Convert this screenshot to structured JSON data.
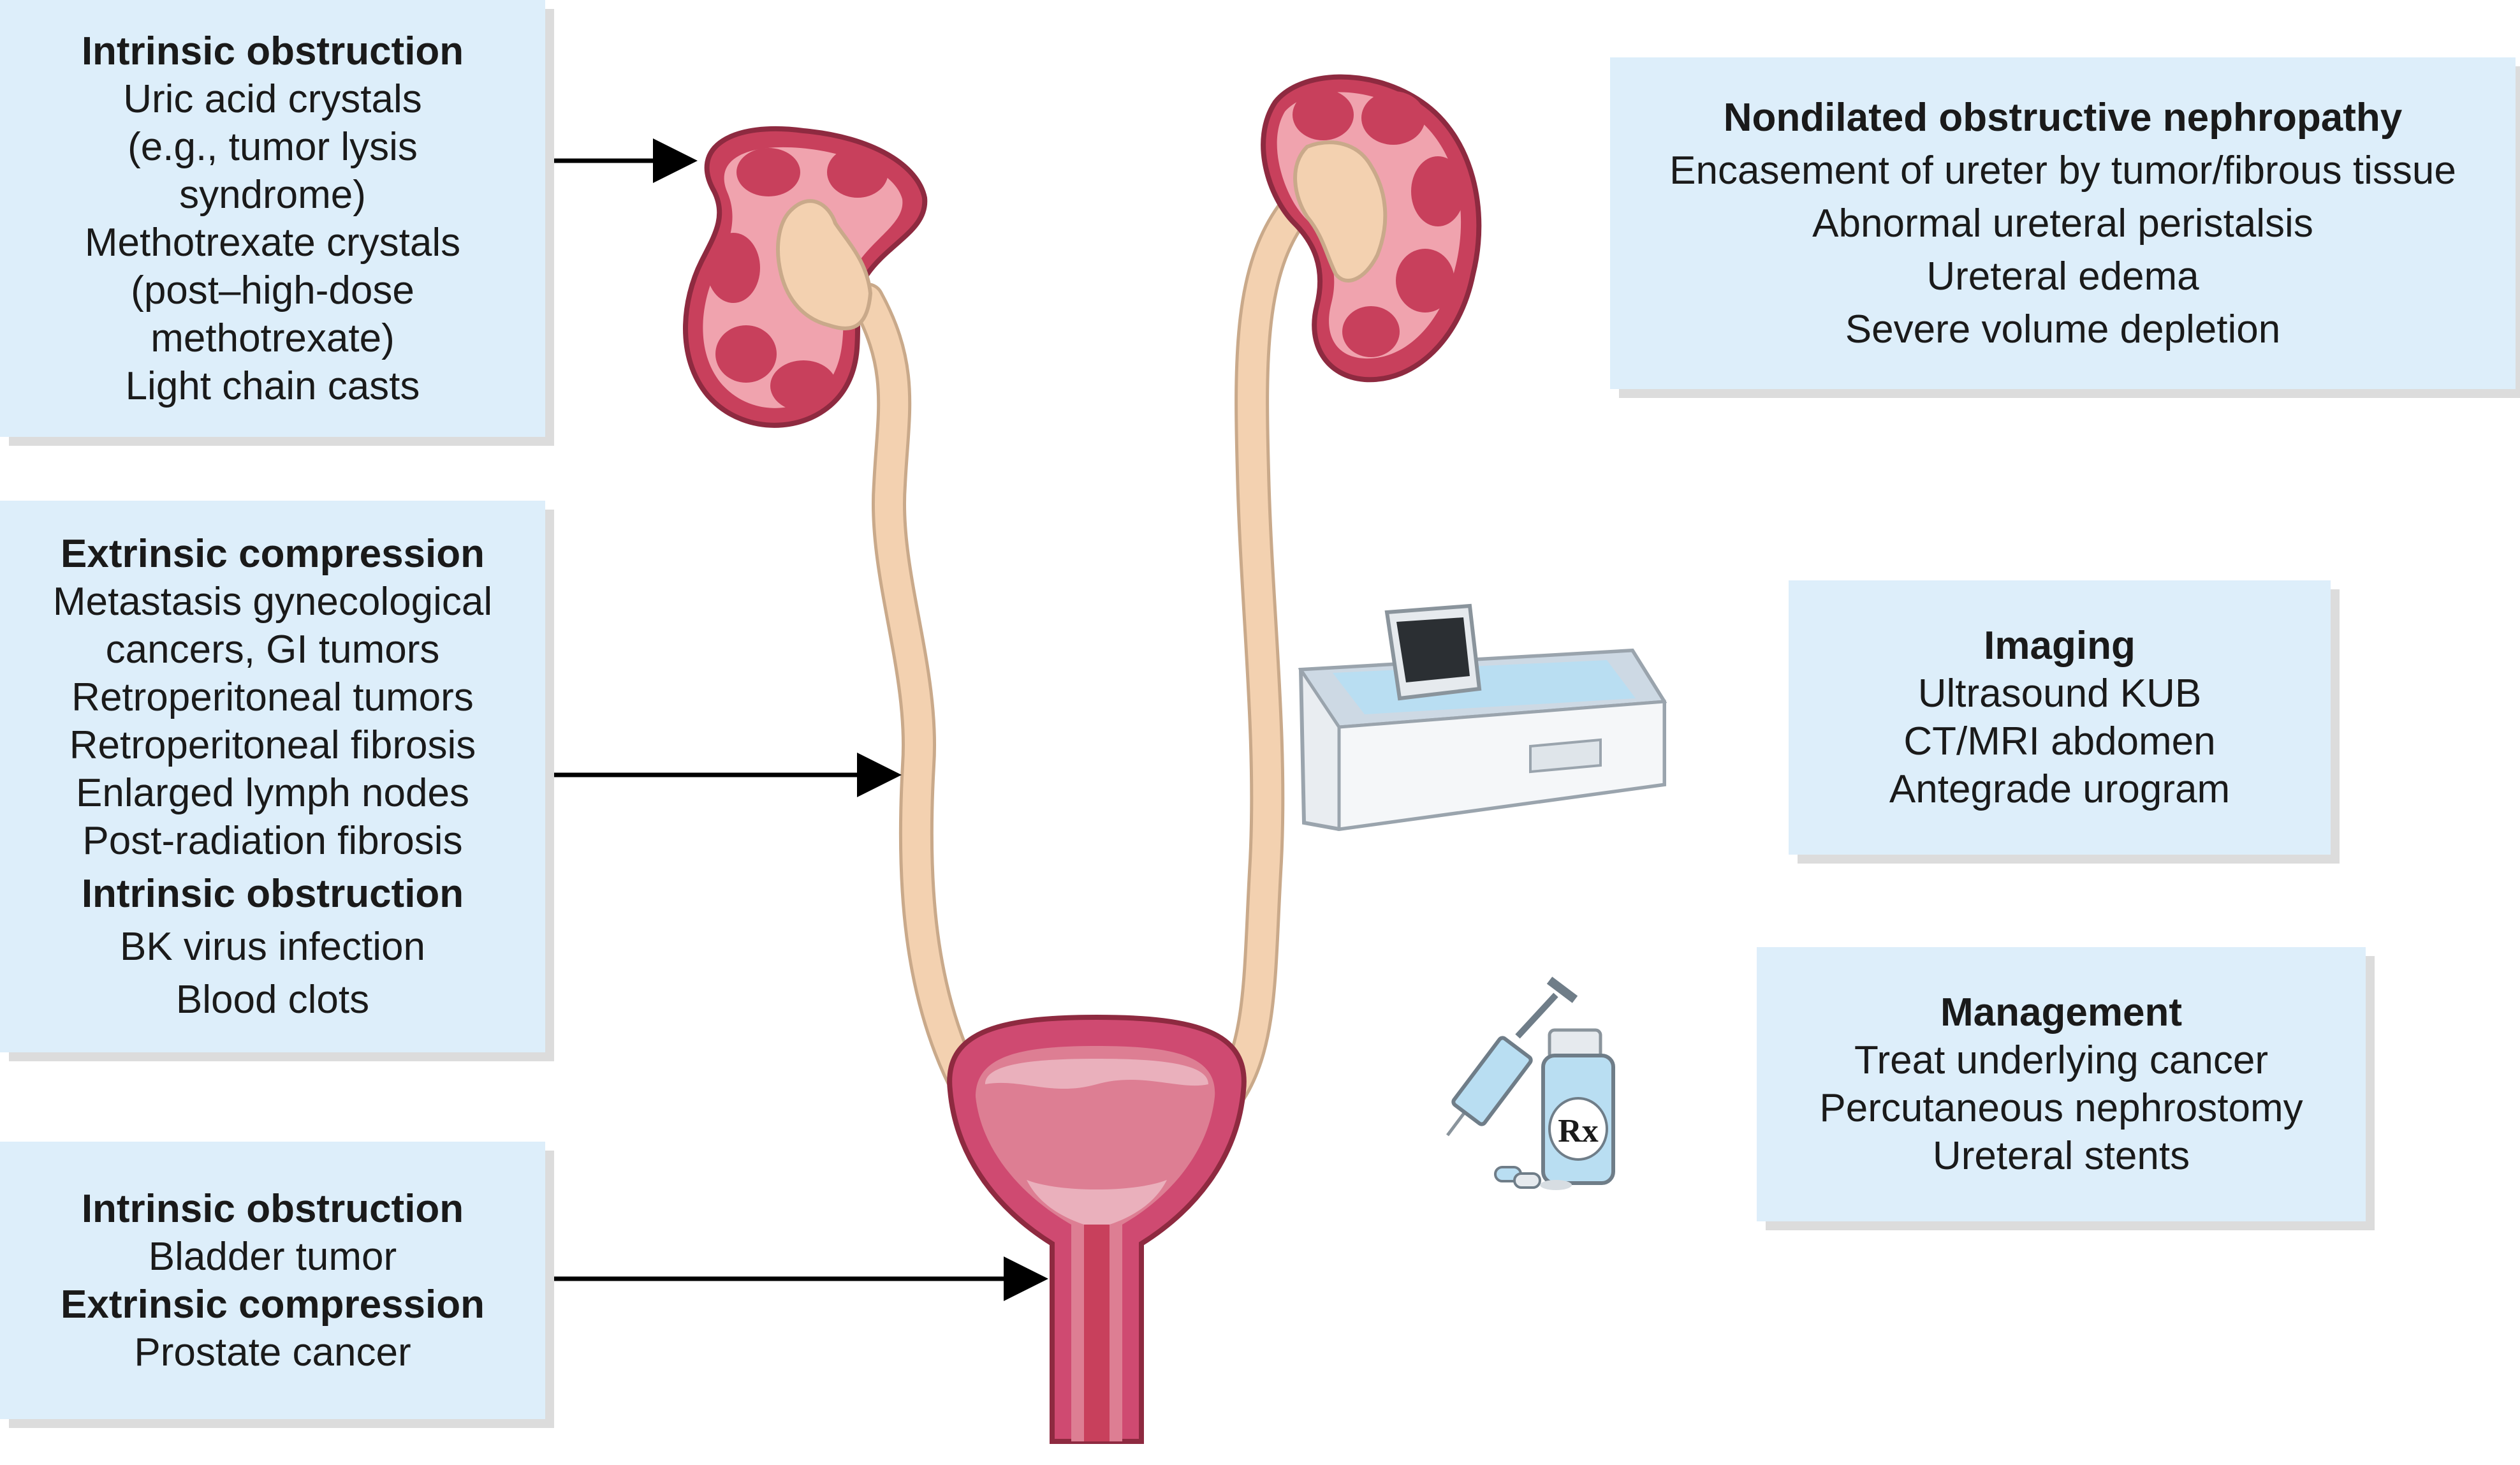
{
  "colors": {
    "box_fill": "#ddeefa",
    "box_shadow": "#dcdcdc",
    "kidney_cortex": "#c8405c",
    "kidney_pelvis": "#f3d1b0",
    "ureter": "#f3d1b0",
    "bladder_wall": "#cf4a71",
    "arrow": "#000000"
  },
  "left_boxes": {
    "kidney": {
      "lines": [
        "Intrinsic obstruction",
        "Uric acid crystals",
        "(e.g., tumor lysis",
        "syndrome)",
        "Methotrexate crystals",
        "(post–high-dose",
        "methotrexate)",
        "Light chain casts"
      ]
    },
    "ureter": {
      "lines": [
        "Extrinsic compression",
        "Metastasis gynecological",
        "cancers, GI tumors",
        "Retroperitoneal tumors",
        "Retroperitoneal fibrosis",
        "Enlarged lymph nodes",
        "Post-radiation fibrosis",
        "Intrinsic obstruction",
        "BK virus infection",
        "Blood clots"
      ]
    },
    "bladder": {
      "lines": [
        "Intrinsic obstruction",
        "Bladder tumor",
        "Extrinsic compression",
        "Prostate cancer"
      ]
    }
  },
  "right_boxes": {
    "nondilated": {
      "lines": [
        "Nondilated obstructive nephropathy",
        "Encasement of ureter by tumor/fibrous tissue",
        "Abnormal ureteral peristalsis",
        "Ureteral edema",
        "Severe volume depletion"
      ]
    },
    "imaging": {
      "lines": [
        "Imaging",
        "Ultrasound KUB",
        "CT/MRI abdomen",
        "Antegrade urogram"
      ]
    },
    "management": {
      "lines": [
        "Management",
        "Treat underlying cancer",
        "Percutaneous nephrostomy",
        "Ureteral stents"
      ]
    }
  },
  "icons": [
    "ultrasound-machine-icon",
    "syringe-icon",
    "medicine-bottle-icon",
    "pills-icon"
  ],
  "rx_symbol": "Rx"
}
